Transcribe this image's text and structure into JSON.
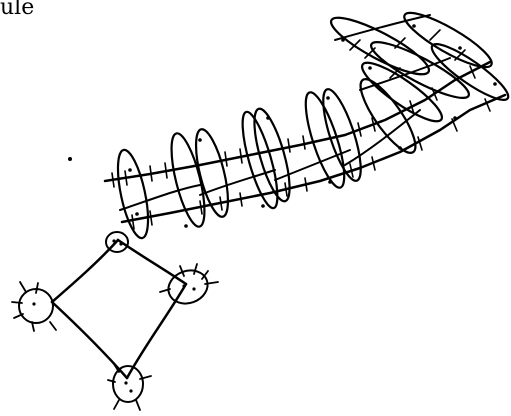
{
  "caption": {
    "text": "ule"
  },
  "colors": {
    "ink": "#000000",
    "background": "#ffffff"
  },
  "figure": {
    "kind": "hand-drawn graph sketch",
    "components": {
      "cycle": {
        "vertex_count": 4,
        "edge_count": 4
      },
      "chain": {
        "loop_count": 13,
        "strand_count": 2
      }
    }
  }
}
